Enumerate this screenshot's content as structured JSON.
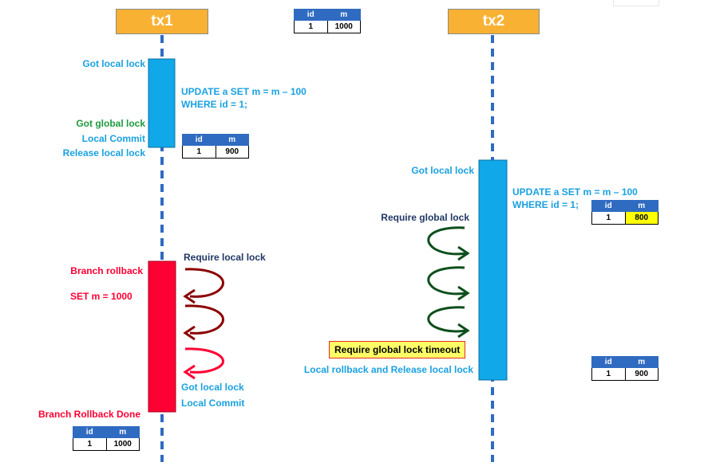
{
  "tx1": {
    "title": "tx1",
    "labels": {
      "got_local_lock": "Got local lock",
      "update_line1": "UPDATE a SET m = m – 100",
      "update_line2": "WHERE id = 1;",
      "got_global_lock": "Got global lock",
      "local_commit": "Local Commit",
      "release_local_lock": "Release local lock",
      "require_local_lock": "Require local lock",
      "branch_rollback": "Branch rollback",
      "set_m": "SET m = 1000",
      "got_local_lock_2": "Got local lock",
      "local_commit_2": "Local Commit",
      "branch_rollback_done": "Branch Rollback Done"
    }
  },
  "tx2": {
    "title": "tx2",
    "labels": {
      "got_local_lock": "Got local lock",
      "update_line1": "UPDATE a SET m = m – 100",
      "update_line2": "WHERE id = 1;",
      "require_global_lock": "Require global lock",
      "timeout": "Require global lock timeout",
      "local_rollback": "Local rollback and Release local lock"
    }
  },
  "tables": {
    "header": {
      "id": "id",
      "m": "m"
    },
    "initial": {
      "id": "1",
      "m": "1000"
    },
    "after_tx1_commit": {
      "id": "1",
      "m": "900"
    },
    "tx2_update": {
      "id": "1",
      "m": "800"
    },
    "after_tx2_rollback": {
      "id": "1",
      "m": "900"
    },
    "after_branch_rollback": {
      "id": "1",
      "m": "1000"
    }
  },
  "colors": {
    "title_box": "#f8b133",
    "lifeline": "#2f6bc1",
    "activation_blue": "#11a8ea",
    "activation_red": "#ff0033",
    "arrow_red": "#8b0000",
    "arrow_red_bright": "#ff0033",
    "arrow_green": "#0d4f1c",
    "label_blue": "#1aa1e0",
    "label_green": "#1f9a3e",
    "label_red": "#ff0033",
    "label_navy": "#203864",
    "table_header": "#2f6bc1",
    "highlight": "#ffff00"
  }
}
